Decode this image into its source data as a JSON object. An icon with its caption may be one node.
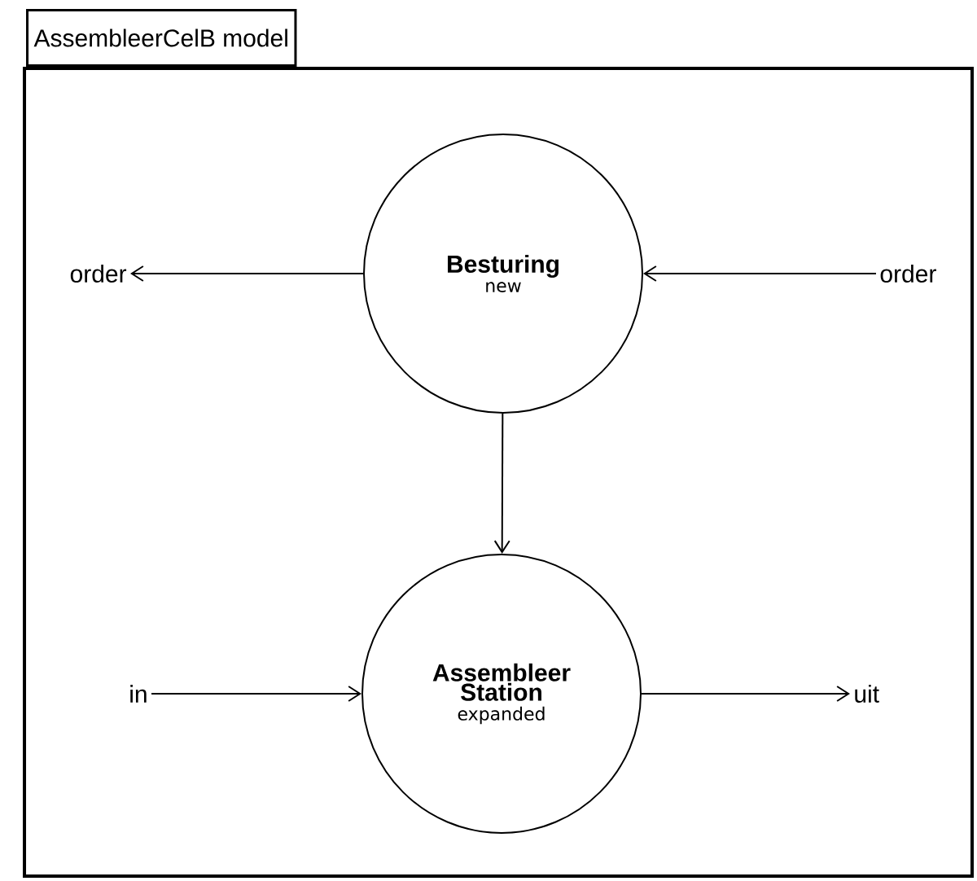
{
  "diagram": {
    "nodes": [
      {
        "text": [
          "AssembleerCelB model"
        ]
      },
      {
        "text": [
          "Besturing",
          "new"
        ],
        "in": 0
      },
      {
        "text": [
          "order"
        ],
        "in": 0
      },
      {
        "text": [
          "order"
        ],
        "in": 0
      },
      {
        "text": [
          "Assembleer Station",
          "expanded"
        ],
        "in": 0
      },
      {
        "text": [
          "in"
        ],
        "in": 0
      },
      {
        "text": [
          "uit"
        ],
        "in": 0
      }
    ],
    "edges": [
      {
        "from": 1,
        "to": 2,
        "arrow": "to"
      },
      {
        "from": 3,
        "to": 1,
        "arrow": "to"
      },
      {
        "from": 1,
        "to": 4,
        "arrow": "to"
      },
      {
        "from": 5,
        "to": 4,
        "arrow": "to"
      },
      {
        "from": 4,
        "to": 6,
        "arrow": "to"
      }
    ]
  }
}
